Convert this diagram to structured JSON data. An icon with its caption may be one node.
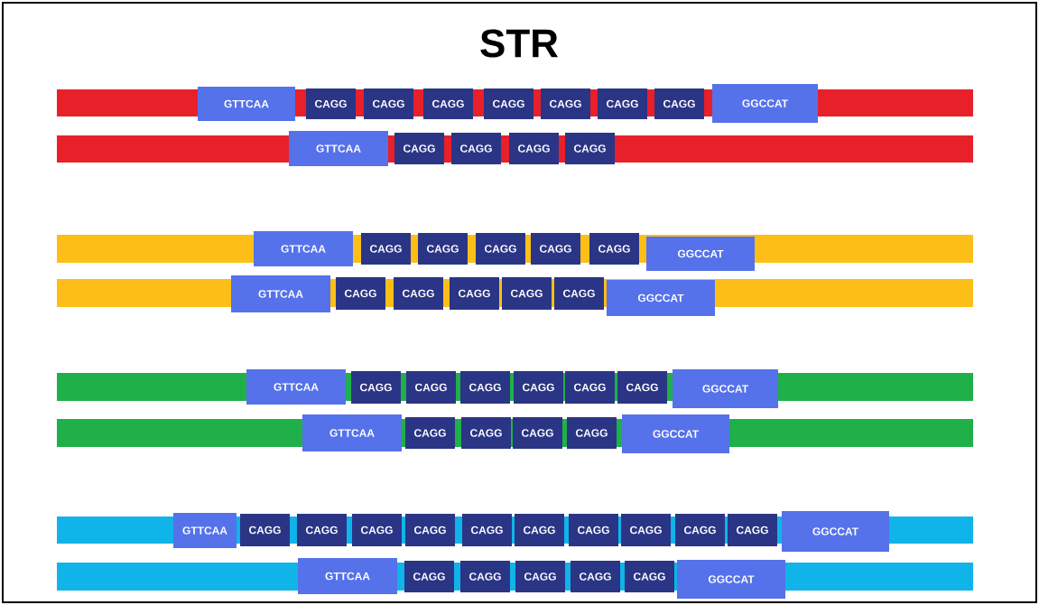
{
  "diagram": {
    "title": "STR",
    "nodes": [
      {
        "text": [
          "GTTCAA"
        ]
      },
      {
        "text": [
          "CAGG"
        ]
      },
      {
        "text": [
          "CAGG"
        ]
      },
      {
        "text": [
          "CAGG"
        ]
      },
      {
        "text": [
          "CAGG"
        ]
      },
      {
        "text": [
          "CAGG"
        ]
      },
      {
        "text": [
          "CAGG"
        ]
      },
      {
        "text": [
          "CAGG"
        ]
      },
      {
        "text": [
          "GGCCAT"
        ]
      },
      {
        "text": [
          "GTTCAA"
        ]
      },
      {
        "text": [
          "CAGG"
        ]
      },
      {
        "text": [
          "CAGG"
        ]
      },
      {
        "text": [
          "CAGG"
        ]
      },
      {
        "text": [
          "CAGG"
        ]
      },
      {
        "text": [
          "GTTCAA"
        ]
      },
      {
        "text": [
          "CAGG"
        ]
      },
      {
        "text": [
          "CAGG"
        ]
      },
      {
        "text": [
          "CAGG"
        ]
      },
      {
        "text": [
          "CAGG"
        ]
      },
      {
        "text": [
          "CAGG"
        ]
      },
      {
        "text": [
          "GGCCAT"
        ]
      },
      {
        "text": [
          "GTTCAA"
        ]
      },
      {
        "text": [
          "CAGG"
        ]
      },
      {
        "text": [
          "CAGG"
        ]
      },
      {
        "text": [
          "CAGG"
        ]
      },
      {
        "text": [
          "CAGG"
        ]
      },
      {
        "text": [
          "CAGG"
        ]
      },
      {
        "text": [
          "GGCCAT"
        ]
      },
      {
        "text": [
          "GTTCAA"
        ]
      },
      {
        "text": [
          "CAGG"
        ]
      },
      {
        "text": [
          "CAGG"
        ]
      },
      {
        "text": [
          "CAGG"
        ]
      },
      {
        "text": [
          "CAGG"
        ]
      },
      {
        "text": [
          "CAGG"
        ]
      },
      {
        "text": [
          "CAGG"
        ]
      },
      {
        "text": [
          "GGCCAT"
        ]
      },
      {
        "text": [
          "GTTCAA"
        ]
      },
      {
        "text": [
          "CAGG"
        ]
      },
      {
        "text": [
          "CAGG"
        ]
      },
      {
        "text": [
          "CAGG"
        ]
      },
      {
        "text": [
          "CAGG"
        ]
      },
      {
        "text": [
          "GGCCAT"
        ]
      },
      {
        "text": [
          "GTTCAA"
        ]
      },
      {
        "text": [
          "CAGG"
        ]
      },
      {
        "text": [
          "CAGG"
        ]
      },
      {
        "text": [
          "CAGG"
        ]
      },
      {
        "text": [
          "CAGG"
        ]
      },
      {
        "text": [
          "CAGG"
        ]
      },
      {
        "text": [
          "CAGG"
        ]
      },
      {
        "text": [
          "CAGG"
        ]
      },
      {
        "text": [
          "CAGG"
        ]
      },
      {
        "text": [
          "CAGG"
        ]
      },
      {
        "text": [
          "CAGG"
        ]
      },
      {
        "text": [
          "GGCCAT"
        ]
      },
      {
        "text": [
          "GTTCAA"
        ]
      },
      {
        "text": [
          "CAGG"
        ]
      },
      {
        "text": [
          "CAGG"
        ]
      },
      {
        "text": [
          "CAGG"
        ]
      },
      {
        "text": [
          "CAGG"
        ]
      },
      {
        "text": [
          "CAGG"
        ]
      },
      {
        "text": [
          "GGCCAT"
        ]
      }
    ],
    "edges": []
  }
}
